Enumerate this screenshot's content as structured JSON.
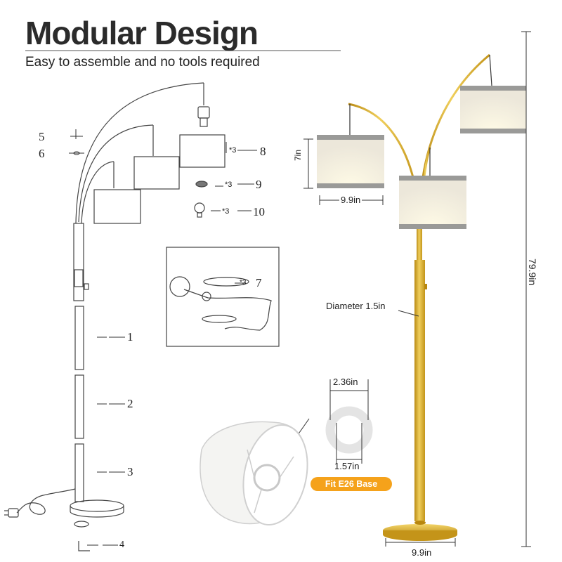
{
  "header": {
    "title": "Modular Design",
    "subtitle": "Easy to assemble and no tools required"
  },
  "parts": {
    "labels": [
      "1",
      "2",
      "3",
      "4",
      "5",
      "6",
      "7",
      "8",
      "9",
      "10"
    ],
    "qty_mark": "*3"
  },
  "dimensions": {
    "shade_height": "7in",
    "shade_width": "9.9in",
    "total_height": "79.9in",
    "pole_diameter": "Diameter 1.5in",
    "ring_outer": "2.36in",
    "ring_inner": "1.57in",
    "base_width": "9.9in"
  },
  "badge": {
    "label": "Fit E26 Base"
  },
  "colors": {
    "gold": "#d8a626",
    "shade_linen": "#ece8df",
    "shade_band": "#9a9a98",
    "badge": "#f5a21b"
  }
}
